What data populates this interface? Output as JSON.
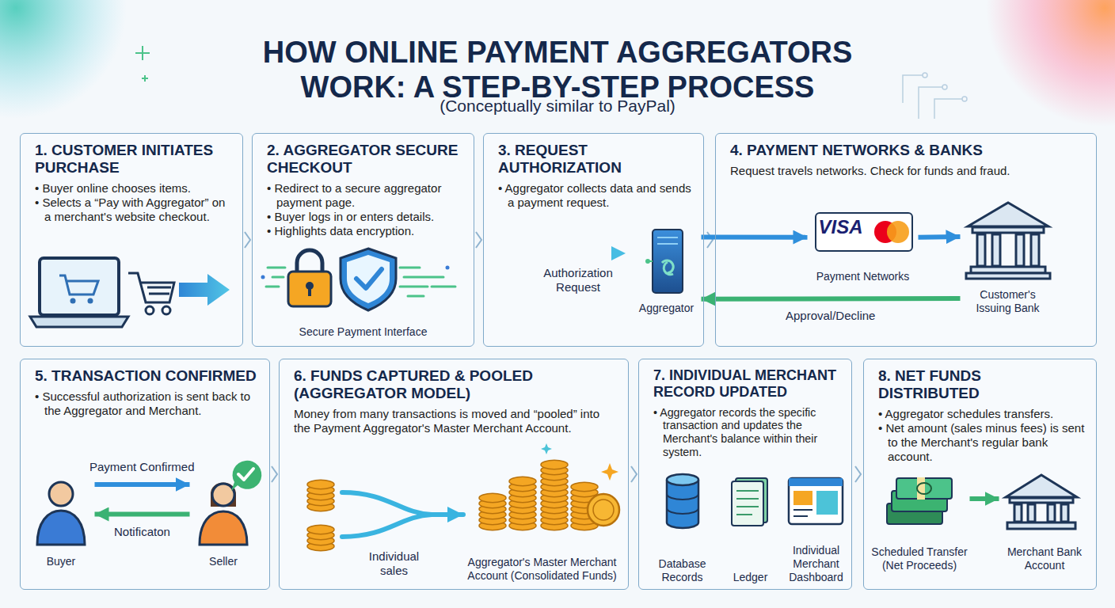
{
  "diagram": {
    "title": "HOW ONLINE PAYMENT AGGREGATORS WORK: A STEP-BY-STEP PROCESS",
    "nodes": [
      {
        "text": [
          "1. CUSTOMER INITIATES PURCHASE",
          "• Buyer online chooses items.",
          "• Selects a “Pay with Aggregator” on a merchant's website checkout."
        ]
      },
      {
        "text": [
          "2. AGGREGATOR SECURE CHECKOUT",
          "• Redirect to a secure aggregator payment page.",
          "• Buyer logs in or enters details.",
          "• Highlights data encryption."
        ]
      },
      {
        "text": [
          "Secure Payment Interface"
        ],
        "in": 1
      },
      {
        "text": [
          "3. REQUEST AUTHORIZATION",
          "• Aggregator collects data and sends a payment request."
        ]
      },
      {
        "text": [
          "Aggregator"
        ],
        "in": 3
      },
      {
        "text": [
          "4. PAYMENT NETWORKS & BANKS",
          "Request travels networks. Check for funds and fraud."
        ]
      },
      {
        "text": [
          "VISA",
          "Payment Networks"
        ],
        "in": 5
      },
      {
        "text": [
          "Customer's Issuing Bank"
        ],
        "in": 5
      },
      {
        "text": [
          "5. TRANSACTION CONFIRMED",
          "• Successful authorization is sent back to the Aggregator and Merchant."
        ]
      },
      {
        "text": [
          "Buyer"
        ],
        "in": 8
      },
      {
        "text": [
          "Seller"
        ],
        "in": 8
      },
      {
        "text": [
          "6. FUNDS CAPTURED & POOLED (AGGREGATOR MODEL)",
          "Money from many transactions is moved and “pooled” into the Payment Aggregator's Master Merchant Account."
        ]
      },
      {
        "text": [
          "Aggregator's Master Merchant Account (Consolidated Funds)"
        ],
        "in": 11
      },
      {
        "text": [
          "7. INDIVIDUAL MERCHANT RECORD UPDATED",
          "• Aggregator records the specific transaction and updates the Merchant's balance within their system."
        ]
      },
      {
        "text": [
          "Database Records"
        ],
        "in": 13
      },
      {
        "text": [
          "Ledger"
        ],
        "in": 13
      },
      {
        "text": [
          "Individual Merchant Dashboard"
        ],
        "in": 13
      },
      {
        "text": [
          "8. NET FUNDS DISTRIBUTED",
          "• Aggregator schedules transfers.",
          "• Net amount (sales minus fees) is sent to the Merchant's regular bank account."
        ]
      },
      {
        "text": [
          "Scheduled Transfer (Net Proceeds)"
        ],
        "in": 17
      },
      {
        "text": [
          "Merchant Bank Account"
        ],
        "in": 17
      }
    ],
    "edges": [
      {
        "from": 4,
        "to": 6,
        "arrow": "to"
      },
      {
        "from": 6,
        "to": 7,
        "arrow": "to"
      },
      {
        "from": 7,
        "to": 4,
        "label": "Approval/Decline",
        "arrow": "to"
      },
      {
        "from": 9,
        "to": 10,
        "label": "Payment Confirmed",
        "arrow": "to"
      },
      {
        "from": 10,
        "to": 9,
        "label": "Notificaton",
        "arrow": "to"
      },
      {
        "from": 18,
        "to": 19,
        "arrow": "to"
      }
    ],
    "labels": [
      "(Conceptually similar to PayPal)",
      "Authorization Request",
      "Individual sales"
    ]
  }
}
